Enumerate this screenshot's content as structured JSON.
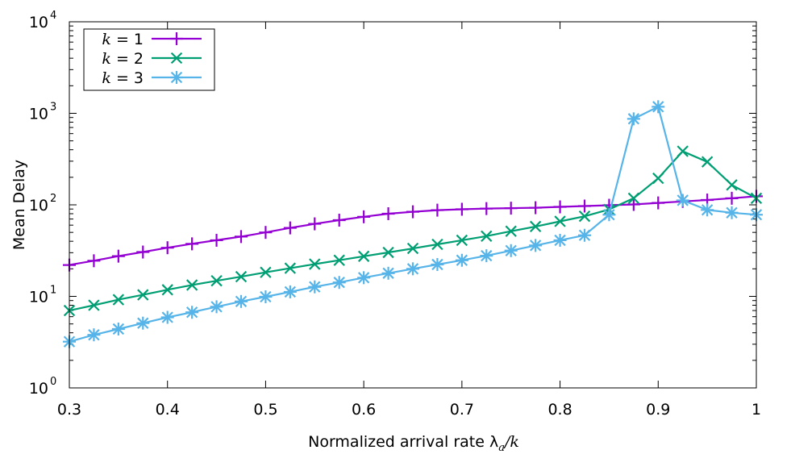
{
  "chart_data": {
    "type": "line",
    "xlabel_prefix": "Normalized arrival rate λ",
    "xlabel_sub": "a",
    "xlabel_suffix": "/k",
    "ylabel": "Mean Delay",
    "xlim": [
      0.3,
      1.0
    ],
    "ylim": [
      1,
      10000
    ],
    "yscale": "log",
    "x_ticks": [
      "0.3",
      "0.4",
      "0.5",
      "0.6",
      "0.7",
      "0.8",
      "0.9",
      "1"
    ],
    "y_ticks": [
      {
        "base": "10",
        "exp": "0"
      },
      {
        "base": "10",
        "exp": "1"
      },
      {
        "base": "10",
        "exp": "2"
      },
      {
        "base": "10",
        "exp": "3"
      },
      {
        "base": "10",
        "exp": "4"
      }
    ],
    "legend_position": "top-left",
    "x": [
      0.3,
      0.325,
      0.35,
      0.375,
      0.4,
      0.425,
      0.45,
      0.475,
      0.5,
      0.525,
      0.55,
      0.575,
      0.6,
      0.625,
      0.65,
      0.675,
      0.7,
      0.725,
      0.75,
      0.775,
      0.8,
      0.825,
      0.85,
      0.875,
      0.9,
      0.925,
      0.95,
      0.975,
      1.0
    ],
    "series": [
      {
        "name": "k = 1",
        "legend_var": "k",
        "legend_rest": " = 1",
        "color": "#9400d3",
        "marker": "plus",
        "values": [
          22,
          24.5,
          27.5,
          30.5,
          34,
          37.5,
          41,
          45,
          50,
          56,
          62,
          68,
          74,
          80,
          84,
          87.5,
          89.5,
          91,
          92,
          93,
          95,
          97,
          99,
          101,
          105,
          109,
          113,
          118,
          124
        ]
      },
      {
        "name": "k = 2",
        "legend_var": "k",
        "legend_rest": " = 2",
        "color": "#009e73",
        "marker": "x",
        "values": [
          7,
          8,
          9.2,
          10.4,
          11.8,
          13.3,
          14.8,
          16.4,
          18.3,
          20.3,
          22.5,
          24.8,
          27.4,
          30.2,
          33.4,
          37,
          41,
          45.5,
          51.5,
          58,
          66,
          75,
          89,
          118,
          195,
          385,
          295,
          165,
          118
        ]
      },
      {
        "name": "k = 3",
        "legend_var": "k",
        "legend_rest": " = 3",
        "color": "#56b4e9",
        "marker": "star",
        "values": [
          3.2,
          3.8,
          4.4,
          5.1,
          5.9,
          6.7,
          7.7,
          8.8,
          9.9,
          11.2,
          12.7,
          14.2,
          16,
          17.9,
          20,
          22.3,
          24.8,
          27.8,
          31.6,
          36,
          41,
          46.5,
          78,
          870,
          1180,
          112,
          88,
          82,
          78
        ]
      }
    ]
  }
}
